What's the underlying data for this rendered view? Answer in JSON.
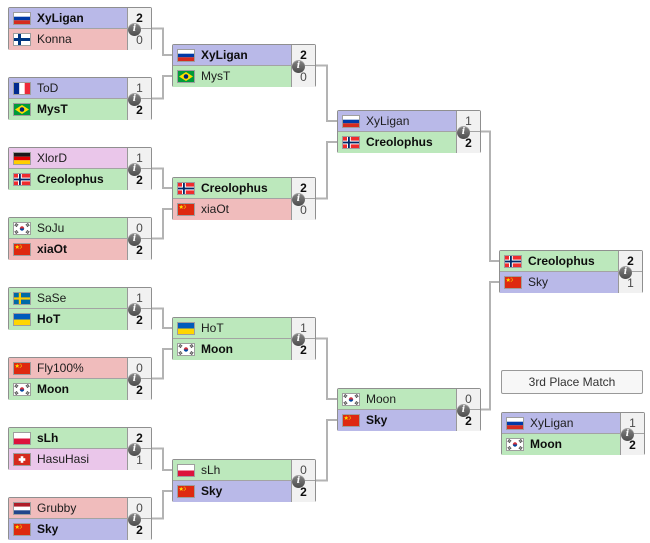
{
  "bracket": {
    "third_place_label": "3rd Place Match",
    "info_icon_glyph": "i",
    "race_colors": {
      "human": "#b9b9e8",
      "orc": "#f0bcbc",
      "nightelf": "#bce8bc",
      "undead": "#eac6ea"
    },
    "matches": [
      {
        "id": "r1m1",
        "round": "round1",
        "p1": {
          "name": "XyLigan",
          "country": "ru",
          "race": "human",
          "score": "2",
          "winner": true
        },
        "p2": {
          "name": "Konna",
          "country": "fi",
          "race": "orc",
          "score": "0",
          "winner": false
        }
      },
      {
        "id": "r1m2",
        "round": "round1",
        "p1": {
          "name": "ToD",
          "country": "fr",
          "race": "human",
          "score": "1",
          "winner": false
        },
        "p2": {
          "name": "MysT",
          "country": "br",
          "race": "nightelf",
          "score": "2",
          "winner": true
        }
      },
      {
        "id": "r1m3",
        "round": "round1",
        "p1": {
          "name": "XlorD",
          "country": "de",
          "race": "undead",
          "score": "1",
          "winner": false
        },
        "p2": {
          "name": "Creolophus",
          "country": "no",
          "race": "nightelf",
          "score": "2",
          "winner": true
        }
      },
      {
        "id": "r1m4",
        "round": "round1",
        "p1": {
          "name": "SoJu",
          "country": "kr",
          "race": "nightelf",
          "score": "0",
          "winner": false
        },
        "p2": {
          "name": "xiaOt",
          "country": "cn",
          "race": "orc",
          "score": "2",
          "winner": true
        }
      },
      {
        "id": "r1m5",
        "round": "round1",
        "p1": {
          "name": "SaSe",
          "country": "se",
          "race": "nightelf",
          "score": "1",
          "winner": false
        },
        "p2": {
          "name": "HoT",
          "country": "ua",
          "race": "nightelf",
          "score": "2",
          "winner": true
        }
      },
      {
        "id": "r1m6",
        "round": "round1",
        "p1": {
          "name": "Fly100%",
          "country": "cn",
          "race": "orc",
          "score": "0",
          "winner": false
        },
        "p2": {
          "name": "Moon",
          "country": "kr",
          "race": "nightelf",
          "score": "2",
          "winner": true
        }
      },
      {
        "id": "r1m7",
        "round": "round1",
        "p1": {
          "name": "sLh",
          "country": "pl",
          "race": "nightelf",
          "score": "2",
          "winner": true
        },
        "p2": {
          "name": "HasuHasi",
          "country": "ch",
          "race": "undead",
          "score": "1",
          "winner": false
        }
      },
      {
        "id": "r1m8",
        "round": "round1",
        "p1": {
          "name": "Grubby",
          "country": "nl",
          "race": "orc",
          "score": "0",
          "winner": false
        },
        "p2": {
          "name": "Sky",
          "country": "cn",
          "race": "human",
          "score": "2",
          "winner": true
        }
      },
      {
        "id": "r2m1",
        "round": "round2",
        "p1": {
          "name": "XyLigan",
          "country": "ru",
          "race": "human",
          "score": "2",
          "winner": true
        },
        "p2": {
          "name": "MysT",
          "country": "br",
          "race": "nightelf",
          "score": "0",
          "winner": false
        }
      },
      {
        "id": "r2m2",
        "round": "round2",
        "p1": {
          "name": "Creolophus",
          "country": "no",
          "race": "nightelf",
          "score": "2",
          "winner": true
        },
        "p2": {
          "name": "xiaOt",
          "country": "cn",
          "race": "orc",
          "score": "0",
          "winner": false
        }
      },
      {
        "id": "r2m3",
        "round": "round2",
        "p1": {
          "name": "HoT",
          "country": "ua",
          "race": "nightelf",
          "score": "1",
          "winner": false
        },
        "p2": {
          "name": "Moon",
          "country": "kr",
          "race": "nightelf",
          "score": "2",
          "winner": true
        }
      },
      {
        "id": "r2m4",
        "round": "round2",
        "p1": {
          "name": "sLh",
          "country": "pl",
          "race": "nightelf",
          "score": "0",
          "winner": false
        },
        "p2": {
          "name": "Sky",
          "country": "cn",
          "race": "human",
          "score": "2",
          "winner": true
        }
      },
      {
        "id": "sf1",
        "round": "semifinal",
        "p1": {
          "name": "XyLigan",
          "country": "ru",
          "race": "human",
          "score": "1",
          "winner": false
        },
        "p2": {
          "name": "Creolophus",
          "country": "no",
          "race": "nightelf",
          "score": "2",
          "winner": true
        }
      },
      {
        "id": "sf2",
        "round": "semifinal",
        "p1": {
          "name": "Moon",
          "country": "kr",
          "race": "nightelf",
          "score": "0",
          "winner": false
        },
        "p2": {
          "name": "Sky",
          "country": "cn",
          "race": "human",
          "score": "2",
          "winner": true
        }
      },
      {
        "id": "final",
        "round": "final",
        "p1": {
          "name": "Creolophus",
          "country": "no",
          "race": "nightelf",
          "score": "2",
          "winner": true
        },
        "p2": {
          "name": "Sky",
          "country": "cn",
          "race": "human",
          "score": "1",
          "winner": false
        }
      },
      {
        "id": "third",
        "round": "third_place",
        "p1": {
          "name": "XyLigan",
          "country": "ru",
          "race": "human",
          "score": "1",
          "winner": false
        },
        "p2": {
          "name": "Moon",
          "country": "kr",
          "race": "nightelf",
          "score": "2",
          "winner": true
        }
      }
    ]
  }
}
